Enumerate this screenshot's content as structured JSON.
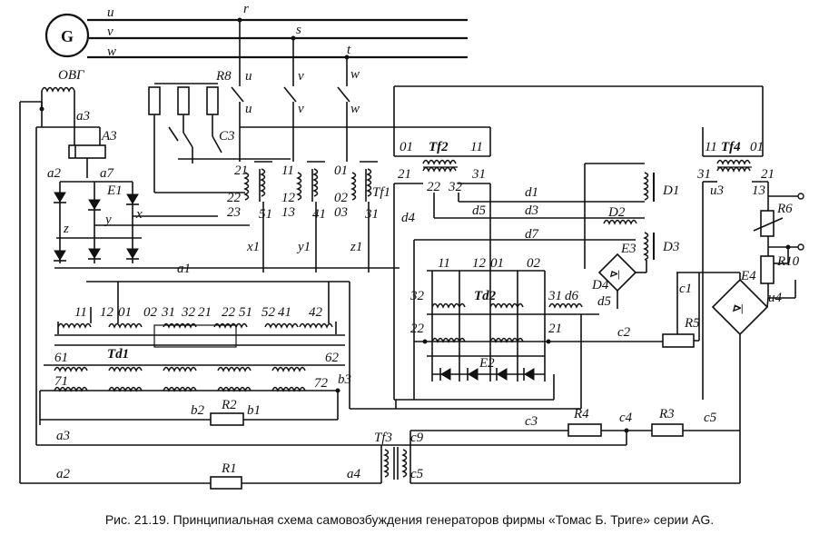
{
  "generator": {
    "symbol": "G"
  },
  "bus_labels": [
    "u",
    "v",
    "w"
  ],
  "tap_labels": [
    "r",
    "s",
    "t"
  ],
  "switch_labels": [
    "u",
    "v",
    "w"
  ],
  "components": {
    "OBG": "ОВГ",
    "A3": "A3",
    "E1": "E1",
    "E2": "E2",
    "E3": "E3",
    "E4": "E4",
    "R1": "R1",
    "R2": "R2",
    "R3": "R3",
    "R4": "R4",
    "R5": "R5",
    "R6": "R6",
    "R8": "R8",
    "R10": "R10",
    "C3": "C3",
    "Tf1": "Tf1",
    "Tf2": "Tf2",
    "Tf3": "Tf3",
    "Tf4": "Tf4",
    "Td1": "Td1",
    "Td2": "Td2",
    "D1": "D1",
    "D2": "D2",
    "D3": "D3",
    "D4": "D4"
  },
  "node_labels": {
    "a1": "a1",
    "a2": "a2",
    "a3": "a3",
    "a4": "a4",
    "b1": "b1",
    "b2": "b2",
    "b3": "b3",
    "c1": "c1",
    "c2": "c2",
    "c3": "c3",
    "c4": "c4",
    "c5": "c5",
    "c9": "c9",
    "d1": "d1",
    "d3": "d3",
    "d4": "d4",
    "d5": "d5",
    "d6": "d6",
    "d7": "d7",
    "d5b": "d5",
    "u3": "u3",
    "u4": "u4",
    "x": "x",
    "y": "y",
    "z": "z",
    "x1": "x1",
    "y1": "y1",
    "z1": "z1",
    "a7": "a7",
    "a2b": "a2"
  },
  "terminal_labels": {
    "tf1": [
      "21",
      "22",
      "23",
      "11",
      "12",
      "13",
      "01",
      "02",
      "03",
      "51",
      "41",
      "31"
    ],
    "tf2": [
      "01",
      "11",
      "21",
      "22",
      "32",
      "31"
    ],
    "tf4": [
      "11",
      "01",
      "31",
      "21",
      "13"
    ],
    "td1_top": [
      "11",
      "12",
      "01",
      "02",
      "31",
      "32",
      "21",
      "22",
      "51",
      "52",
      "41",
      "42"
    ],
    "td1_side": [
      "61",
      "71",
      "62",
      "72"
    ],
    "td2": [
      "11",
      "12",
      "01",
      "02",
      "32",
      "31",
      "22",
      "21"
    ]
  },
  "caption": "Рис. 21.19. Принципиальная схема самовозбуждения генераторов фирмы «Томас Б. Триге» серии AG."
}
